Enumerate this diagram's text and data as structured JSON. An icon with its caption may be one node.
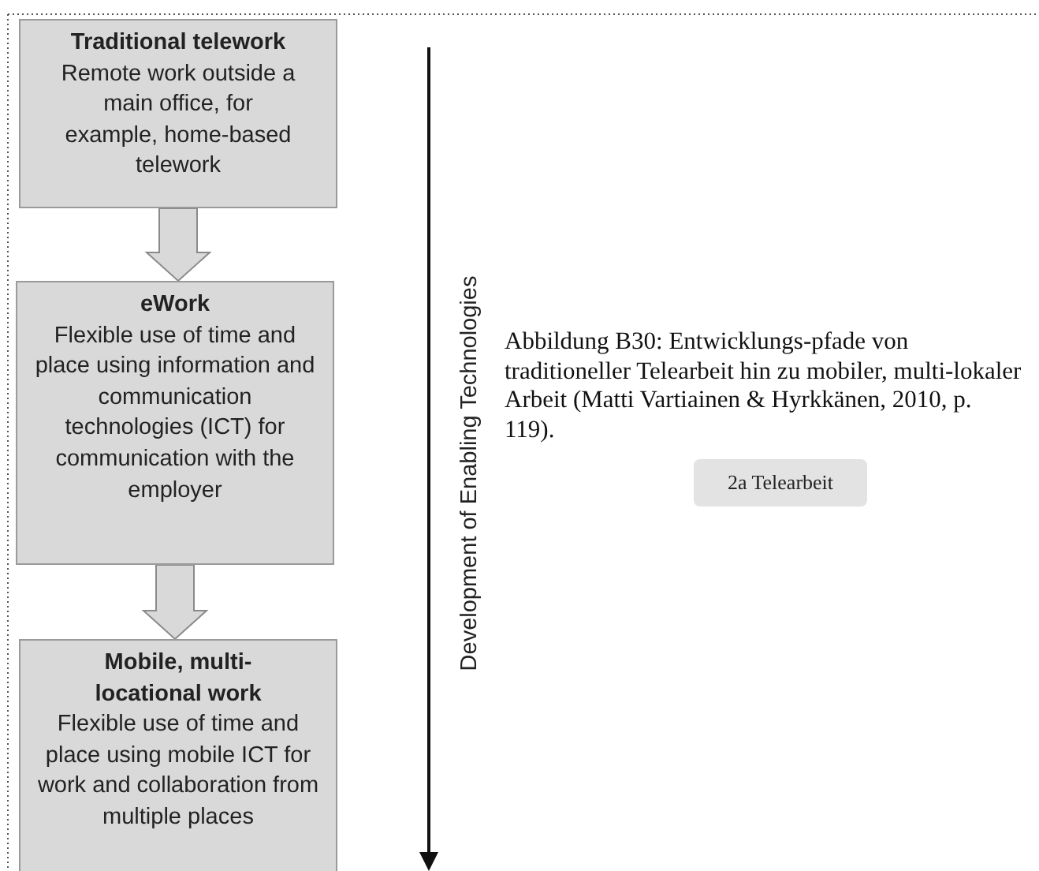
{
  "diagram": {
    "caption": "Abbildung B30: Entwicklungs-pfade von traditioneller Telearbeit hin zu mobiler, multi-lokaler Arbeit (Matti Vartiainen & Hyrkkänen, 2010, p. 119).",
    "nodes": [
      {
        "text": [
          "Traditional telework",
          "Remote work outside a main office, for example, home-based telework"
        ]
      },
      {
        "text": [
          "eWork",
          "Flexible use of time and place using information and communication technologies (ICT) for communication with the employer"
        ]
      },
      {
        "text": [
          "Mobile, multi-locational work",
          "Flexible use of time and place using mobile ICT for work and collaboration from multiple places"
        ]
      }
    ],
    "edges": [
      {
        "from": 0,
        "to": 1,
        "arrow": "to"
      },
      {
        "from": 1,
        "to": 2,
        "arrow": "to"
      }
    ],
    "labels": [
      "Development of Enabling Technologies",
      "2a Telearbeit"
    ]
  }
}
